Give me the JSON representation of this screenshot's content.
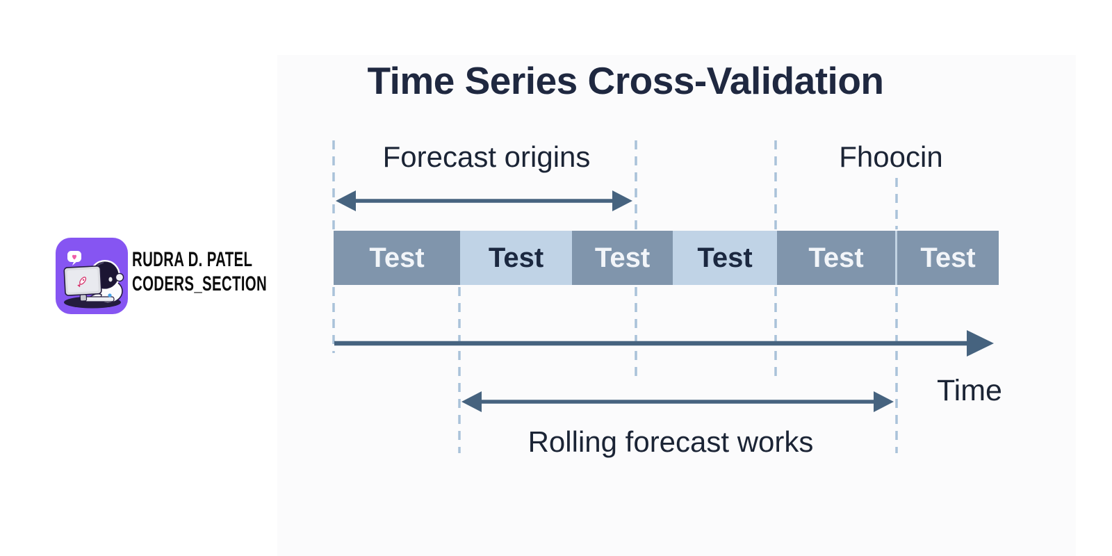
{
  "title": "Time Series Cross-Validation",
  "brand": {
    "name": "RUDRA D. PATEL",
    "handle": "CODERS_SECTION",
    "logo_icon": "astronaut-at-computer-icon"
  },
  "labels": {
    "forecast_origins": "Forecast origins",
    "forecast_horizon": "Fhoocin",
    "rolling": "Rolling forecast works",
    "time": "Time"
  },
  "bar": {
    "segments": [
      {
        "label": "Test",
        "tone": "dark"
      },
      {
        "label": "Test",
        "tone": "light"
      },
      {
        "label": "Test",
        "tone": "dark"
      },
      {
        "label": "Test",
        "tone": "light"
      },
      {
        "label": "Test",
        "tone": "dark"
      },
      {
        "label": "Test",
        "tone": "dark"
      }
    ]
  },
  "colors": {
    "background": "#ffffff",
    "panel_background": "#fbfbfc",
    "title_text": "#1f2840",
    "label_text": "#1b2435",
    "dark_segment": "#8095ac",
    "light_segment": "#c0d3e6",
    "text_on_dark_segment": "#f2f5f9",
    "text_on_light_segment": "#1b2840",
    "arrow": "#46637f",
    "dashed_line": "#a9c2d9",
    "logo_purple": "#8655f2",
    "logo_heart_pink": "#ef5da8",
    "brand_text": "#0c0c0c"
  }
}
